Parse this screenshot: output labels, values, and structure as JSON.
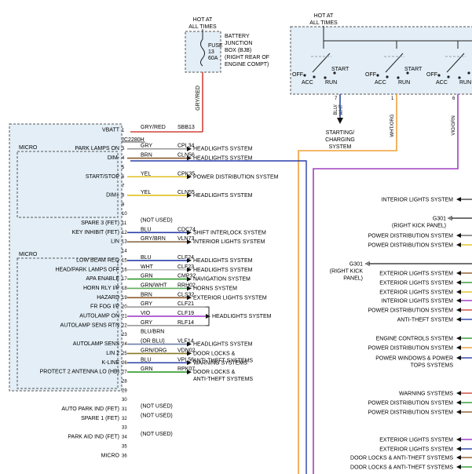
{
  "colors": {
    "module_fill": "#e3eef6",
    "outline": "#555555",
    "gry_red": "#d0453a",
    "blu_wht": "#2a4d9c",
    "wht_org": "#f0a038",
    "vio_grn": "#a040c0",
    "grn": "#2e9a2e",
    "vio": "#9b30c8",
    "gry_blu": "#6d7fa8",
    "blu": "#2b3fa8",
    "gry_brn": "#8a6a4a",
    "grn_wht": "#5fae5f",
    "grn_org": "#8a7a20",
    "grn_red": "#8a8a30",
    "arrow": "#111111"
  },
  "bjb": {
    "hot_label_1": "HOT AT",
    "hot_label_2": "ALL TIMES",
    "fuse_label": "FUSE",
    "fuse_number": "13",
    "fuse_rating": "60A",
    "box_lines": [
      "BATTERY",
      "JUNCTION",
      "BOX (BJB)",
      "(RIGHT REAR OF",
      "ENGINE COMPT)"
    ],
    "feed_wire": "GRY/RED"
  },
  "ignition": {
    "hot_label_1": "HOT AT",
    "hot_label_2": "ALL TIMES",
    "switch_labels": [
      {
        "off": "OFF",
        "acc": "ACC",
        "run": "RUN",
        "start": "START"
      },
      {
        "off": "OFF",
        "acc": "ACC",
        "run": "RUN",
        "start": "START"
      },
      {
        "off": "OFF",
        "acc": "ACC",
        "run": "RUN",
        "start": ""
      }
    ],
    "pins": [
      "7",
      "1",
      "6"
    ],
    "wires": [
      "BLU/\nWHT",
      "WHT/ORG",
      "VIO/GRN"
    ],
    "starting_dest": [
      "STARTING/",
      "CHARGING",
      "SYSTEM"
    ]
  },
  "module": {
    "vbatt": "VBATT",
    "connector": "C2280H",
    "micro_label": "MICRO"
  },
  "pins": [
    {
      "num": "1",
      "left": "VBATT",
      "color": "GRY/RED",
      "circuit": "SBB13",
      "dest": ""
    },
    {
      "num": "2",
      "left": "",
      "color": "",
      "circuit": "",
      "dest": ""
    },
    {
      "num": "3",
      "left": "PARK LAMPS ON",
      "color": "GRY",
      "circuit": "CPL34",
      "dest": "HEADLIGHTS SYSTEM"
    },
    {
      "num": "4",
      "left": "DIM-",
      "color": "BRN",
      "circuit": "CLN56",
      "dest": "HEADLIGHTS SYSTEM"
    },
    {
      "num": "5",
      "left": "",
      "color": "",
      "circuit": "",
      "dest": ""
    },
    {
      "num": "6",
      "left": "START/STOP",
      "color": "YEL",
      "circuit": "CPK35",
      "dest": "POWER DISTRIBUTION SYSTEM"
    },
    {
      "num": "7",
      "left": "",
      "color": "",
      "circuit": "",
      "dest": ""
    },
    {
      "num": "8",
      "left": "DIM+",
      "color": "YEL",
      "circuit": "CLN55",
      "dest": "HEADLIGHTS SYSTEM"
    },
    {
      "num": "9",
      "left": "",
      "color": "",
      "circuit": "",
      "dest": ""
    },
    {
      "num": "10",
      "left": "",
      "color": "",
      "circuit": "",
      "dest": ""
    },
    {
      "num": "11",
      "left": "SPARE 3 (FET)",
      "color": "(NOT USED)",
      "circuit": "",
      "dest": ""
    },
    {
      "num": "12",
      "left": "KEY INHIBIT (FET)",
      "color": "BLU",
      "circuit": "CDC74",
      "dest": "SHIFT INTERLOCK SYSTEM"
    },
    {
      "num": "13",
      "left": "LIN",
      "color": "GRY/BRN",
      "circuit": "VLN73",
      "dest": "INTERIOR LIGHTS SYSTEM"
    },
    {
      "num": "14",
      "left": "",
      "color": "",
      "circuit": "",
      "dest": ""
    },
    {
      "num": "15",
      "left": "LOW BEAM REQ",
      "color": "BLU",
      "circuit": "CLF24",
      "dest": "HEADLIGHTS SYSTEM"
    },
    {
      "num": "16",
      "left": "HEAD/PARK LAMPS OFF",
      "color": "WHT",
      "circuit": "CLF23",
      "dest": "HEADLIGHTS SYSTEM"
    },
    {
      "num": "17",
      "left": "APA ENABLE",
      "color": "GRN",
      "circuit": "CMP32",
      "dest": "NAVIGATION SYSTEM"
    },
    {
      "num": "18",
      "left": "HORN RLY I/P",
      "color": "GRN/WHT",
      "circuit": "RRH02",
      "dest": "HORNS SYSTEM"
    },
    {
      "num": "19",
      "left": "HAZARD",
      "color": "BRN",
      "circuit": "CLS32",
      "dest": "EXTERIOR LIGHTS SYSTEM"
    },
    {
      "num": "20",
      "left": "FR FOG I/P",
      "color": "GRY",
      "circuit": "CLF21",
      "dest": ""
    },
    {
      "num": "21",
      "left": "AUTOLAMP ON",
      "color": "VIO",
      "circuit": "CLF19",
      "dest": "HEADLIGHTS SYSTEM"
    },
    {
      "num": "22",
      "left": "AUTOLAMP SENS RTN",
      "color": "GRY",
      "circuit": "RLF14",
      "dest": ""
    },
    {
      "num": "23",
      "left": "",
      "color": "BLU/BRN",
      "circuit": "",
      "dest": ""
    },
    {
      "num": "24",
      "left": "AUTOLAMP SENS",
      "color": "(OR BLU)",
      "circuit": "VLF14",
      "dest": "HEADLIGHTS SYSTEM"
    },
    {
      "num": "25",
      "left": "LIN 2",
      "color": "GRN/ORG",
      "circuit": "VDN02",
      "dest": "DOOR LOCKS &"
    },
    {
      "num": "26",
      "left": "K-LINE",
      "color": "BLU",
      "circuit": "VPL56",
      "dest": "WARNING SYSTEMS"
    },
    {
      "num": "27",
      "left": "PROTECT 2 ANTENNA LO (HB)",
      "color": "GRN",
      "circuit": "RPK07",
      "dest": "DOOR LOCKS &"
    },
    {
      "num": "28",
      "left": "",
      "color": "",
      "circuit": "",
      "dest": ""
    },
    {
      "num": "29",
      "left": "",
      "color": "",
      "circuit": "",
      "dest": ""
    },
    {
      "num": "30",
      "left": "",
      "color": "",
      "circuit": "",
      "dest": ""
    },
    {
      "num": "31",
      "left": "AUTO PARK IND (FET)",
      "color": "(NOT USED)",
      "circuit": "",
      "dest": ""
    },
    {
      "num": "32",
      "left": "SPARE 1 (FET)",
      "color": "(NOT USED)",
      "circuit": "",
      "dest": ""
    },
    {
      "num": "33",
      "left": "",
      "color": "",
      "circuit": "",
      "dest": ""
    },
    {
      "num": "34",
      "left": "PARK AID IND (FET)",
      "color": "(NOT USED)",
      "circuit": "",
      "dest": ""
    },
    {
      "num": "35",
      "left": "",
      "color": "",
      "circuit": "",
      "dest": ""
    },
    {
      "num": "36",
      "left": "MICRO",
      "color": "",
      "circuit": "",
      "dest": ""
    }
  ],
  "extra_dest_lines": {
    "antitheft_a": "ANTI-THEFT SYSTEMS",
    "warning_b": "DOOR LOCKS &",
    "antitheft_b": "ANTI-THEFT SYSTEMS"
  },
  "right_side": [
    "INTERIOR LIGHTS SYSTEM",
    "G301",
    "(RIGHT KICK PANEL)",
    "POWER DISTRIBUTION SYSTEM",
    "POWER DISTRIBUTION SYSTEM",
    "G301",
    "(RIGHT KICK",
    "PANEL)",
    "EXTERIOR LIGHTS SYSTEM",
    "EXTERIOR LIGHTS SYSTEM",
    "EXTERIOR LIGHTS SYSTEM",
    "INTERIOR LIGHTS SYSTEM",
    "POWER DISTRIBUTION SYSTEM",
    "ANTI-THEFT SYSTEM",
    "ENGINE CONTROLS SYSTEM",
    "POWER DISTRIBUTION SYSTEM",
    "POWER WINDOWS & POWER",
    "TOPS SYSTEMS",
    "WARNING SYSTEMS",
    "POWER DISTRIBUTION SYSTEM",
    "POWER DISTRIBUTION SYSTEM",
    "EXTERIOR LIGHTS SYSTEM",
    "EXTERIOR LIGHTS SYSTEM",
    "DOOR LOCKS & ANTI-THEFT SYSTEMS",
    "DOOR LOCKS & ANTI-THEFT SYSTEMS"
  ]
}
